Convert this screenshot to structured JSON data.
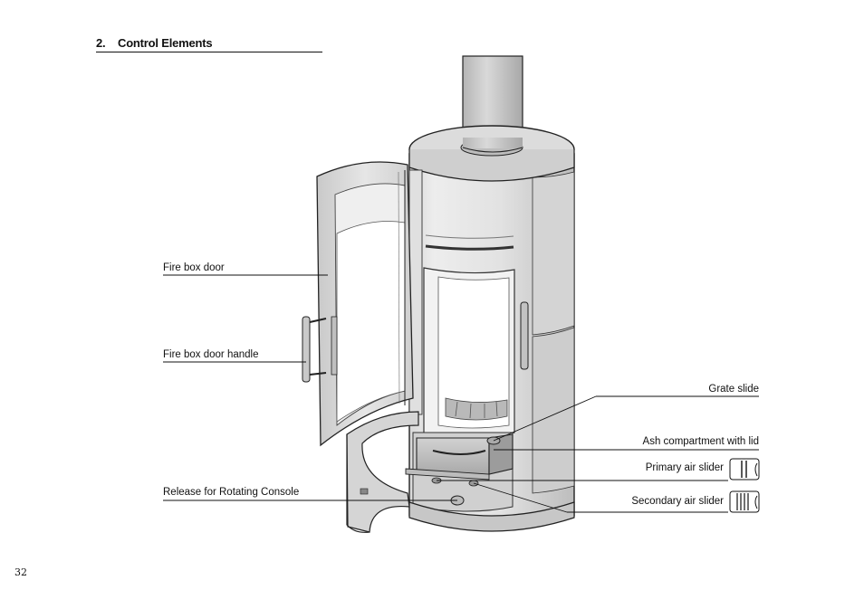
{
  "section": {
    "number": "2.",
    "title": "Control Elements"
  },
  "labels": {
    "fire_box_door": "Fire box door",
    "fire_box_door_handle": "Fire box door handle",
    "release_rotating_console": "Release for Rotating Console",
    "grate_slide": "Grate slide",
    "ash_compartment": "Ash compartment with lid",
    "primary_air_slider": "Primary air slider",
    "secondary_air_slider": "Secondary air slider"
  },
  "page_number": "32"
}
